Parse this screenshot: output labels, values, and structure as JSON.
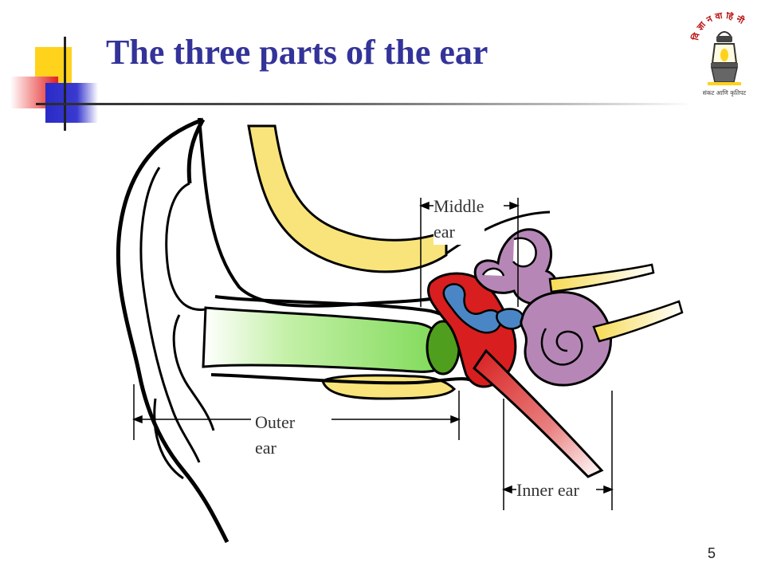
{
  "slide": {
    "title": "The three parts of the ear",
    "number": "5"
  },
  "logo": {
    "caption": "संकट आणि कृतिपट",
    "arc_text": "वि ज्ञा न वा हि नी"
  },
  "diagram": {
    "labels": {
      "middle_ear_line1": "Middle",
      "middle_ear_line2": "ear",
      "outer_ear_line1": "Outer",
      "outer_ear_line2": "ear",
      "inner_ear": "Inner ear"
    }
  },
  "colors": {
    "title": "#333399",
    "bone": "#f8e47a",
    "ear_canal": "#7ed957",
    "eardrum": "#4f9e1e",
    "middle_ear": "#d81e1e",
    "ossicles": "#4a86c5",
    "cochlea": "#b687b6"
  }
}
